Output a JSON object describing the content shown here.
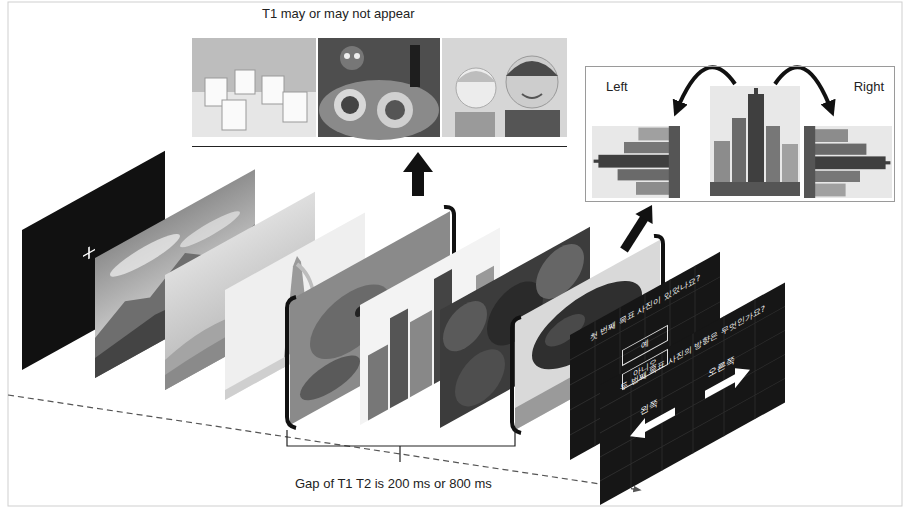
{
  "diagram": {
    "nodes": [
      {
        "text": [
          "T1 may or may not appear"
        ]
      },
      {
        "text": [
          "Left",
          "Right"
        ]
      },
      {
        "text": [
          "첫 번째 목표 사진이 있었나요?"
        ]
      },
      {
        "text": [
          "예"
        ],
        "in": 2
      },
      {
        "text": [
          "아니오"
        ],
        "in": 2
      },
      {
        "text": [
          "두 번째 목표 사진의 방향은 무엇인가요?",
          "왼쪽",
          "오른쪽"
        ]
      }
    ],
    "labels": [
      "Gap of T1 T2 is 200 ms or 800 ms"
    ]
  }
}
